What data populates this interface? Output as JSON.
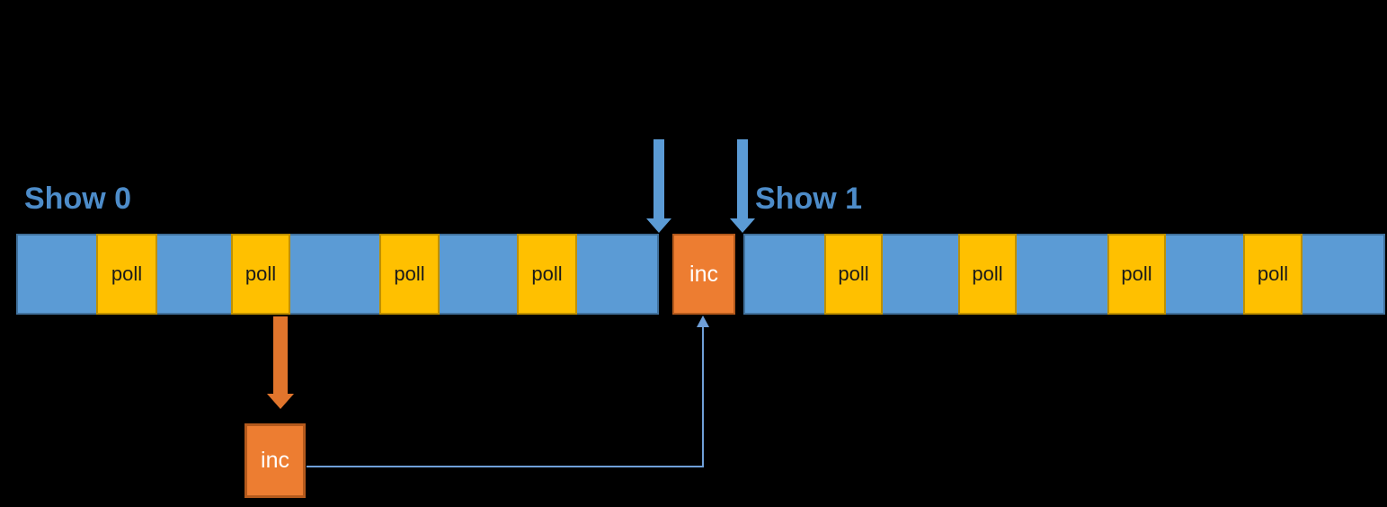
{
  "diagram": {
    "show0_label": "Show 0",
    "show1_label": "Show 1",
    "timeline_show0": {
      "poll_labels": [
        "poll",
        "poll",
        "poll",
        "poll"
      ]
    },
    "timeline_show1": {
      "poll_labels": [
        "poll",
        "poll",
        "poll",
        "poll"
      ]
    },
    "inc_timeline_label": "inc",
    "inc_detached_label": "inc",
    "colors": {
      "background": "#000000",
      "bar_fill": "#5b9bd5",
      "bar_border": "#41719c",
      "poll_fill": "#ffc000",
      "poll_border": "#bf9000",
      "inc_fill": "#ed7d31",
      "inc_border": "#b3591c",
      "blue_arrow": "#5b9bd5",
      "orange_arrow": "#e1752c",
      "connector": "#6f9fd8",
      "label_text": "#4d8cc9",
      "poll_text": "#1a1a1a",
      "inc_text": "#ffffff"
    }
  }
}
